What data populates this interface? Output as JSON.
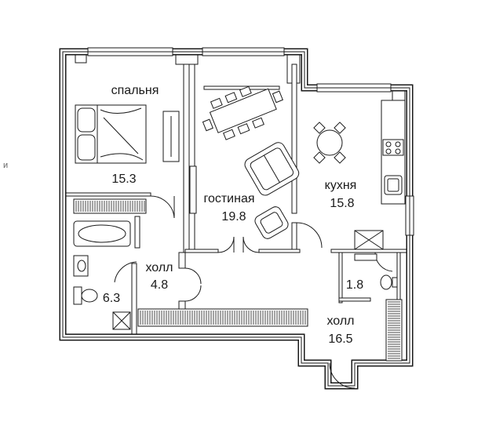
{
  "stray_text": "и",
  "rooms": [
    {
      "key": "bedroom",
      "name": "спальня",
      "area": "15.3"
    },
    {
      "key": "living",
      "name": "гостиная",
      "area": "19.8"
    },
    {
      "key": "kitchen",
      "name": "кухня",
      "area": "15.8"
    },
    {
      "key": "hall_small",
      "name": "холл",
      "area": "4.8"
    },
    {
      "key": "bathroom",
      "name": "",
      "area": "6.3"
    },
    {
      "key": "wc",
      "name": "",
      "area": "1.8"
    },
    {
      "key": "hall_big",
      "name": "холл",
      "area": "16.5"
    }
  ],
  "colors": {
    "line": "#1a1a1a",
    "background": "#ffffff",
    "window": "#d9d9d9"
  }
}
